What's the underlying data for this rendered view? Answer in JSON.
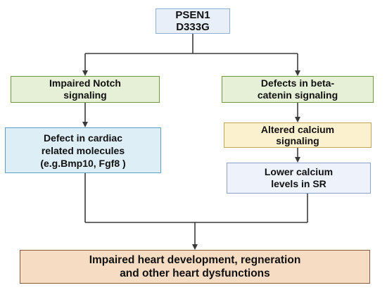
{
  "colors": {
    "line": "#3a3a3a",
    "blue_fill": "#e8eff8",
    "blue_border": "#8fb0d6",
    "green_fill": "#e6f0d6",
    "green_border": "#6f9a3a",
    "cyan_fill": "#ddeef6",
    "cyan_border": "#5aa0c4",
    "yellow_fill": "#fbf1cf",
    "yellow_border": "#bfa556",
    "lavender_fill": "#eef2fa",
    "lavender_border": "#8aa2cc",
    "peach_fill": "#f6dcc2",
    "peach_border": "#8a5a3a"
  },
  "nodes": {
    "root": {
      "lines": [
        "PSEN1",
        "D333G"
      ]
    },
    "notch": {
      "lines": [
        "Impaired Notch",
        "signaling"
      ]
    },
    "beta": {
      "lines": [
        "Defects in beta-",
        "catenin signaling"
      ]
    },
    "cardiac": {
      "lines": [
        "Defect in cardiac",
        "related molecules",
        "(e.g.Bmp10, Fgf8 )"
      ]
    },
    "calcium": {
      "lines": [
        "Altered calcium",
        "signaling"
      ]
    },
    "sr": {
      "lines": [
        "Lower calcium",
        "levels in SR"
      ]
    },
    "outcome": {
      "lines": [
        "Impaired heart development, regneration",
        "and other heart dysfunctions"
      ]
    }
  }
}
